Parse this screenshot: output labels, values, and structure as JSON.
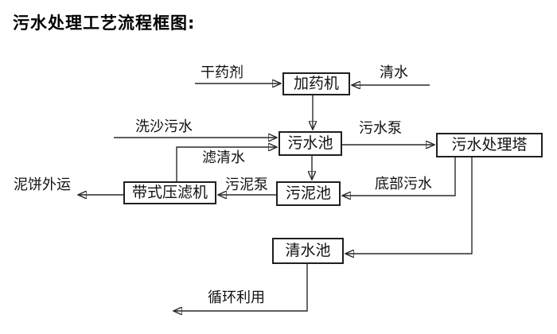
{
  "title": "污水处理工艺流程框图:",
  "nodes": {
    "dosing_machine": "加药机",
    "sewage_pool": "污水池",
    "treatment_tower": "污水处理塔",
    "sludge_pool": "污泥池",
    "belt_filter_press": "带式压滤机",
    "clean_water_pool": "清水池"
  },
  "flow_labels": {
    "dry_agent": "干药剂",
    "clean_water": "清水",
    "sand_wash_sewage": "洗沙污水",
    "filtered_water": "滤清水",
    "sewage_pump": "污水泵",
    "sludge_pump": "污泥泵",
    "bottom_sewage": "底部污水",
    "mud_cake_out": "泥饼外运",
    "recycle_use": "循环利用"
  },
  "edges": [
    {
      "from": "干药剂",
      "to": "加药机",
      "label": "干药剂"
    },
    {
      "from": "清水",
      "to": "加药机",
      "label": "清水"
    },
    {
      "from": "加药机",
      "to": "污水池",
      "label": ""
    },
    {
      "from": "洗沙污水",
      "to": "污水池",
      "label": "洗沙污水"
    },
    {
      "from": "带式压滤机",
      "to": "污水池",
      "label": "滤清水"
    },
    {
      "from": "污水池",
      "to": "污水处理塔",
      "label": "污水泵"
    },
    {
      "from": "污水池",
      "to": "污泥池",
      "label": ""
    },
    {
      "from": "污水处理塔",
      "to": "污泥池",
      "label": "底部污水"
    },
    {
      "from": "污泥池",
      "to": "带式压滤机",
      "label": "污泥泵"
    },
    {
      "from": "带式压滤机",
      "to": "泥饼外运",
      "label": "泥饼外运"
    },
    {
      "from": "污水处理塔",
      "to": "清水池",
      "label": ""
    },
    {
      "from": "清水池",
      "to": "循环利用",
      "label": "循环利用"
    }
  ],
  "colors": {
    "background": "#ffffff",
    "line": "#2a2a2a",
    "text": "#000000"
  }
}
